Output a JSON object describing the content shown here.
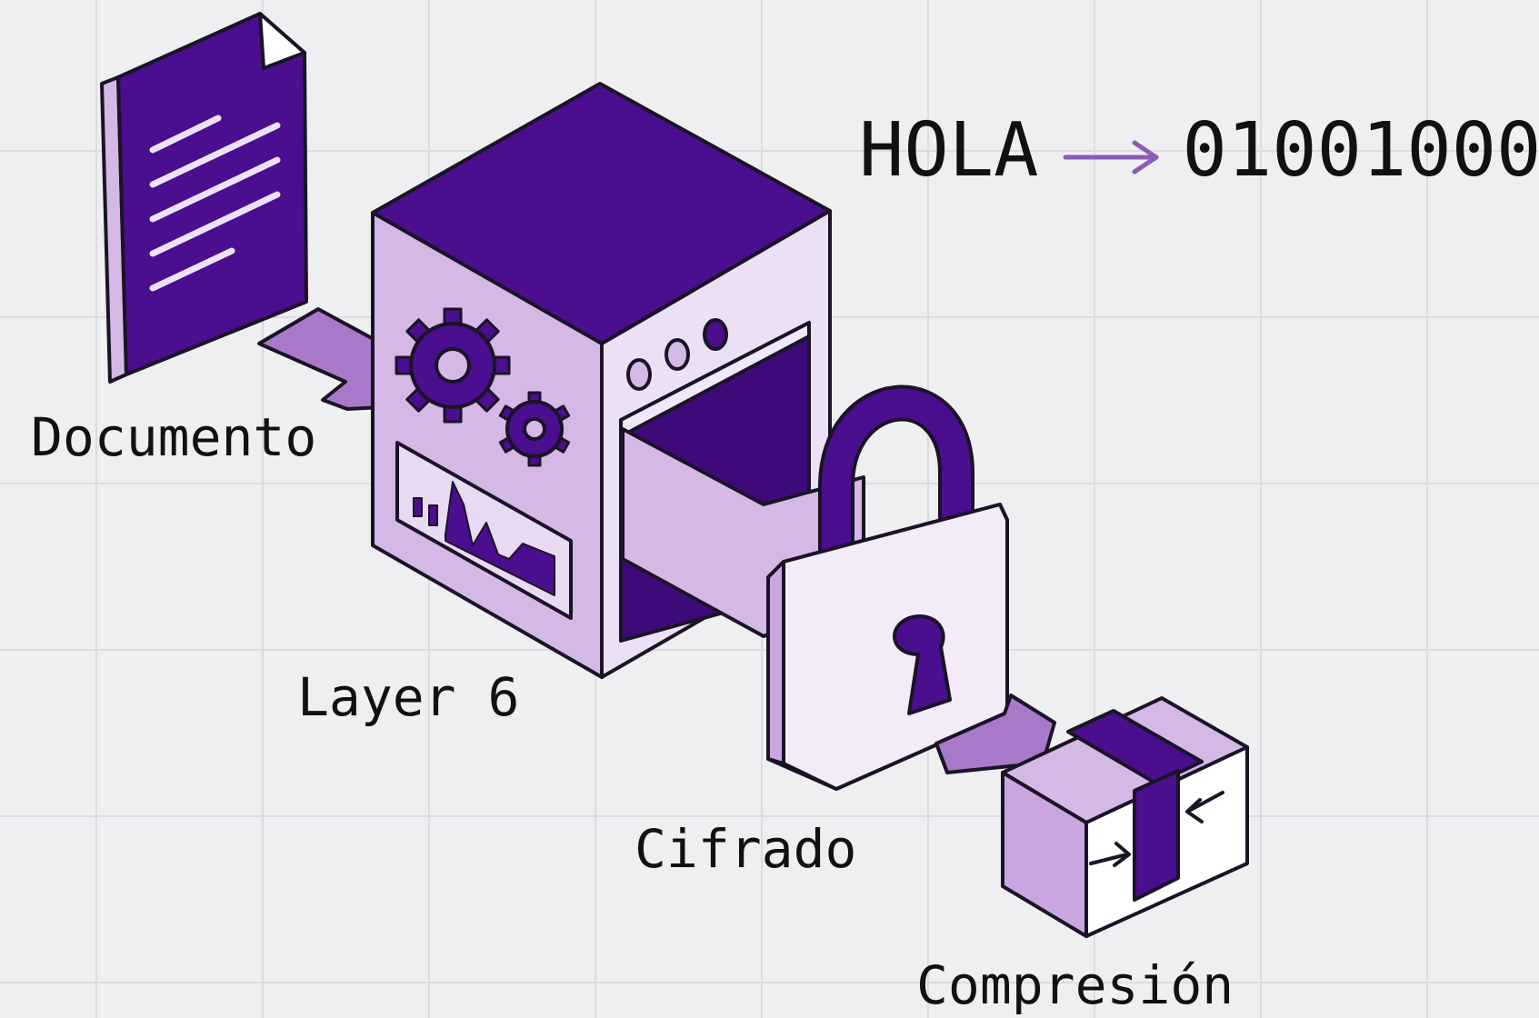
{
  "labels": {
    "document": "Documento",
    "layer": "Layer 6",
    "encryption": "Cifrado",
    "compression": "Compresión"
  },
  "conversion": {
    "input": "HOLA",
    "output": "01001000"
  },
  "colors": {
    "background": "#efeff1",
    "grid": "#dcdbe0",
    "dark_purple": "#4a0e8f",
    "light_purple": "#d4b8e6",
    "mid_purple": "#a879c9",
    "outline": "#1a1426",
    "text": "#111111"
  },
  "icons": [
    "document-icon",
    "gear-icon",
    "chart-icon",
    "lock-icon",
    "package-icon",
    "arrow-icon"
  ]
}
